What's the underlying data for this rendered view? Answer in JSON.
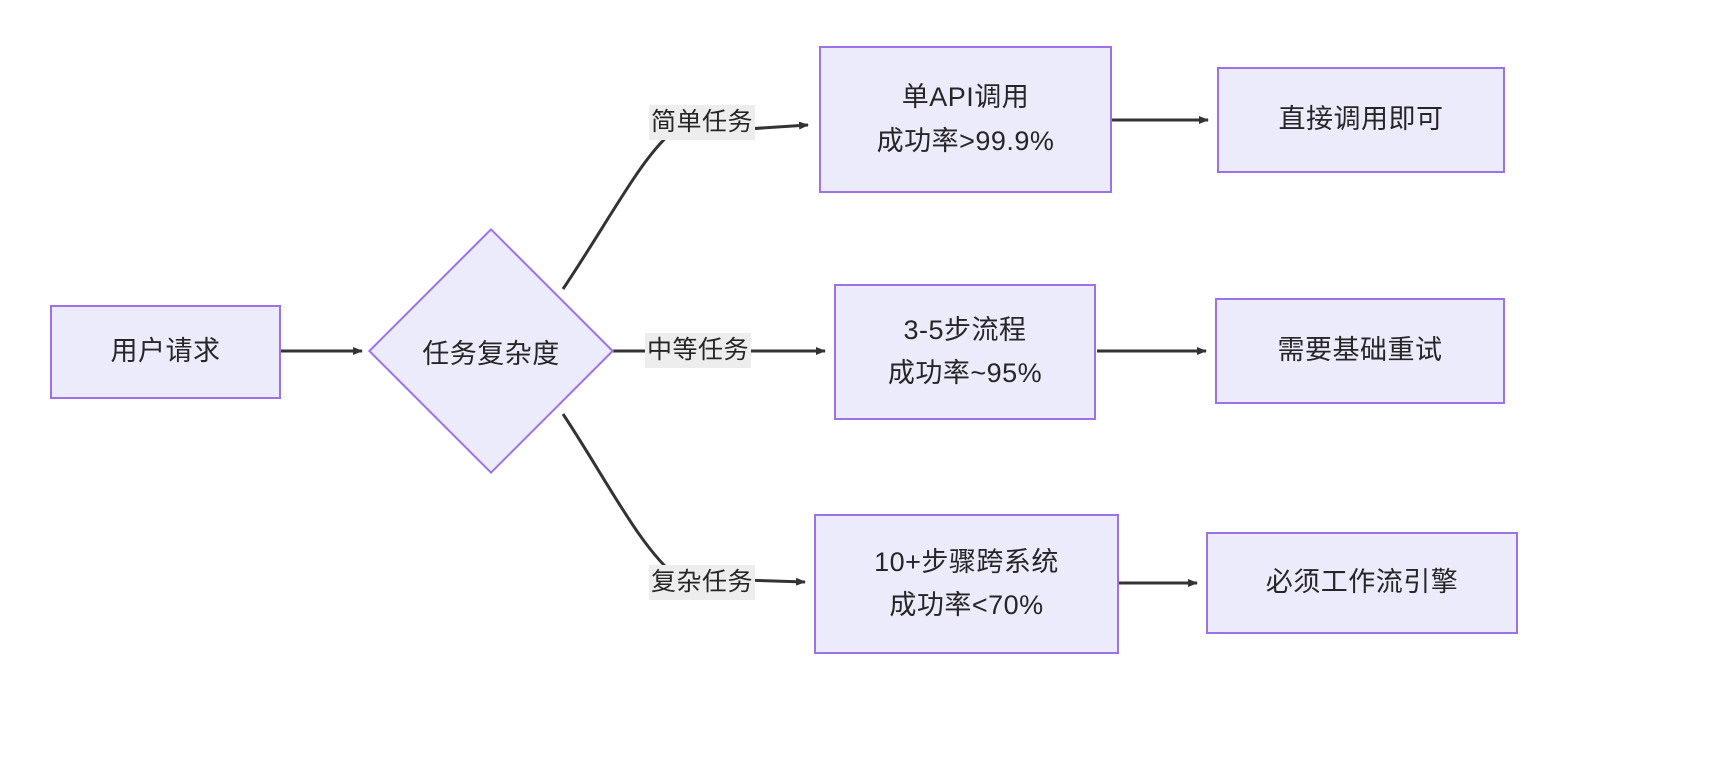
{
  "diagram": {
    "type": "flowchart",
    "direction": "left-to-right",
    "colors": {
      "node_fill": "#ECEBFB",
      "node_border": "#9B72E8",
      "edge_stroke": "#333333",
      "edge_label_background": "#EDEDED",
      "text": "#262626",
      "canvas_background": "#FFFFFF"
    },
    "nodes": {
      "start": {
        "label": "用户请求",
        "shape": "rect"
      },
      "decision": {
        "label": "任务复杂度",
        "shape": "diamond"
      },
      "simple_task": {
        "line1": "单API调用",
        "line2": "成功率>99.9%",
        "shape": "rect"
      },
      "simple_result": {
        "label": "直接调用即可",
        "shape": "rect"
      },
      "medium_task": {
        "line1": "3-5步流程",
        "line2": "成功率~95%",
        "shape": "rect"
      },
      "medium_result": {
        "label": "需要基础重试",
        "shape": "rect"
      },
      "complex_task": {
        "line1": "10+步骤跨系统",
        "line2": "成功率<70%",
        "shape": "rect"
      },
      "complex_result": {
        "label": "必须工作流引擎",
        "shape": "rect"
      }
    },
    "edge_labels": {
      "simple": "简单任务",
      "medium": "中等任务",
      "complex": "复杂任务"
    }
  }
}
